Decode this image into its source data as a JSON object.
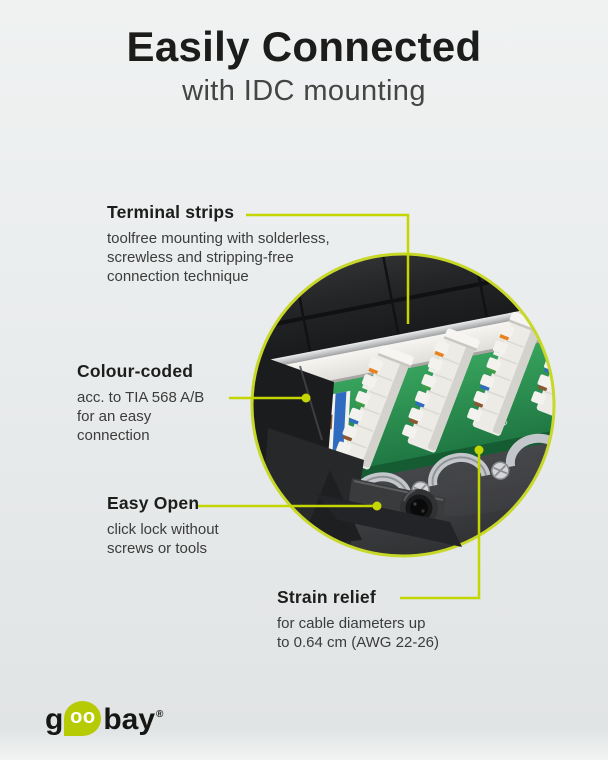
{
  "header": {
    "title": "Easily Connected",
    "subtitle": "with IDC mounting"
  },
  "callouts": [
    {
      "id": "terminal-strips",
      "heading": "Terminal strips",
      "lines": [
        "toolfree mounting with solderless,",
        "screwless and stripping-free",
        "connection technique"
      ]
    },
    {
      "id": "colour-coded",
      "heading": "Colour-coded",
      "lines": [
        "acc. to TIA 568 A/B",
        "for an easy",
        "connection"
      ]
    },
    {
      "id": "easy-open",
      "heading": "Easy Open",
      "lines": [
        "click lock without",
        "screws or tools"
      ]
    },
    {
      "id": "strain-relief",
      "heading": "Strain relief",
      "lines": [
        "for cable diameters up",
        "to 0.64 cm (AWG 22-26)"
      ]
    }
  ],
  "photo": {
    "pcb_marking": "A C/O"
  },
  "logo": {
    "g": "g",
    "oo": "oo",
    "bay": "bay",
    "registered": "®"
  },
  "colors": {
    "accent": "#c3d600",
    "ring": "#c7d829",
    "title": "#1c1c1a",
    "body_text": "#3c3c3b",
    "background": "#eaedee",
    "logo_green": "#b7cb05",
    "pcb_green": "#2f9a55"
  }
}
